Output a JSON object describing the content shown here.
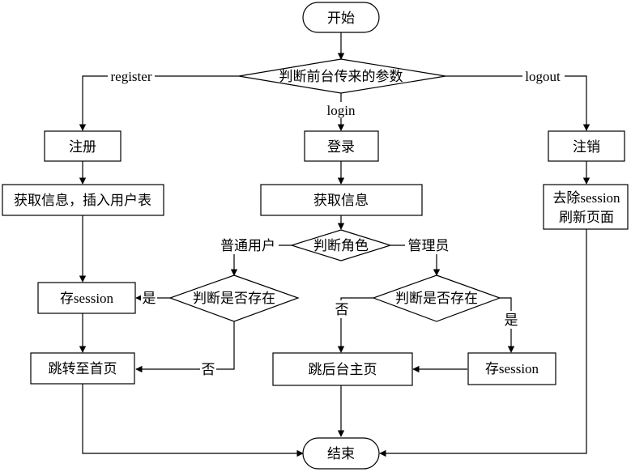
{
  "diagram": {
    "start": "开始",
    "decide_param": "判断前台传来的参数",
    "branch_register": "register",
    "branch_login": "login",
    "branch_logout": "logout",
    "register": "注册",
    "get_info_insert": "获取信息，插入用户表",
    "login": "登录",
    "get_info": "获取信息",
    "logout": "注销",
    "remove_session_line1": "去除session",
    "remove_session_line2": "刷新页面",
    "decide_role": "判断角色",
    "role_user": "普通用户",
    "role_admin": "管理员",
    "decide_exists_user": "判断是否存在",
    "decide_exists_admin": "判断是否存在",
    "store_session_user": "存session",
    "store_session_admin": "存session",
    "yes_user": "是",
    "no_user": "否",
    "yes_admin": "是",
    "no_admin": "否",
    "goto_home": "跳转至首页",
    "goto_admin_home": "跳后台主页",
    "end": "结束"
  }
}
